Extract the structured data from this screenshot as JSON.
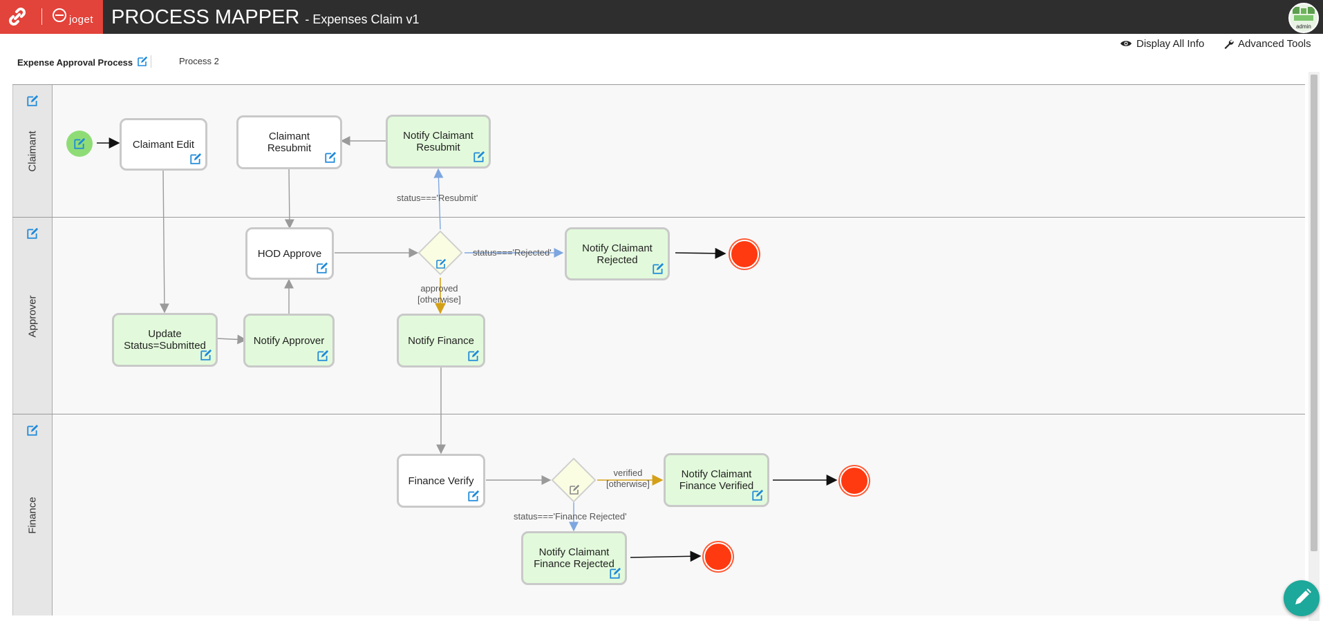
{
  "header": {
    "brand_text": "joget",
    "title": "PROCESS MAPPER",
    "subtitle": "- Expenses Claim v1",
    "user": "admin"
  },
  "toolbar": {
    "display_all_info": "Display All Info",
    "advanced_tools": "Advanced Tools"
  },
  "tabs": [
    {
      "label": "Expense Approval Process",
      "active": true
    },
    {
      "label": "Process 2",
      "active": false
    }
  ],
  "lanes": [
    {
      "name": "Claimant"
    },
    {
      "name": "Approver"
    },
    {
      "name": "Finance"
    }
  ],
  "tasks": {
    "claimant_edit": "Claimant Edit",
    "claimant_resubmit": "Claimant\nResubmit",
    "notify_claimant_resubmit": "Notify Claimant\nResubmit",
    "hod_approve": "HOD Approve",
    "notify_claimant_rejected": "Notify Claimant\nRejected",
    "update_status": "Update\nStatus=Submitted",
    "notify_approver": "Notify Approver",
    "notify_finance": "Notify Finance",
    "finance_verify": "Finance Verify",
    "notify_claimant_finance_verified": "Notify Claimant\nFinance Verified",
    "notify_claimant_finance_rejected": "Notify Claimant\nFinance Rejected"
  },
  "conditions": {
    "resubmit": "status==='Resubmit'",
    "rejected": "status==='Rejected'",
    "approved": "approved\n[otherwise]",
    "verified": "verified\n[otherwise]",
    "finance_rejected": "status==='Finance Rejected'"
  },
  "colors": {
    "header_bg": "#2e2e2e",
    "brand_red": "#e2433a",
    "edit_icon": "#1f8ad9",
    "task_green": "#e2fadb",
    "end_event": "#ff3a10",
    "start_event": "#8fdc77",
    "flow_gray": "#a0a0a0",
    "flow_blue": "#7ea6e0",
    "flow_gold": "#d4a017",
    "fab": "#1ca89a"
  },
  "icons": {
    "edit": "edit-icon",
    "eye": "eye-icon",
    "wrench": "wrench-icon",
    "pencil": "pencil-icon",
    "link_logo": "link-logo-icon",
    "brand_logo": "joget-logo-icon"
  }
}
